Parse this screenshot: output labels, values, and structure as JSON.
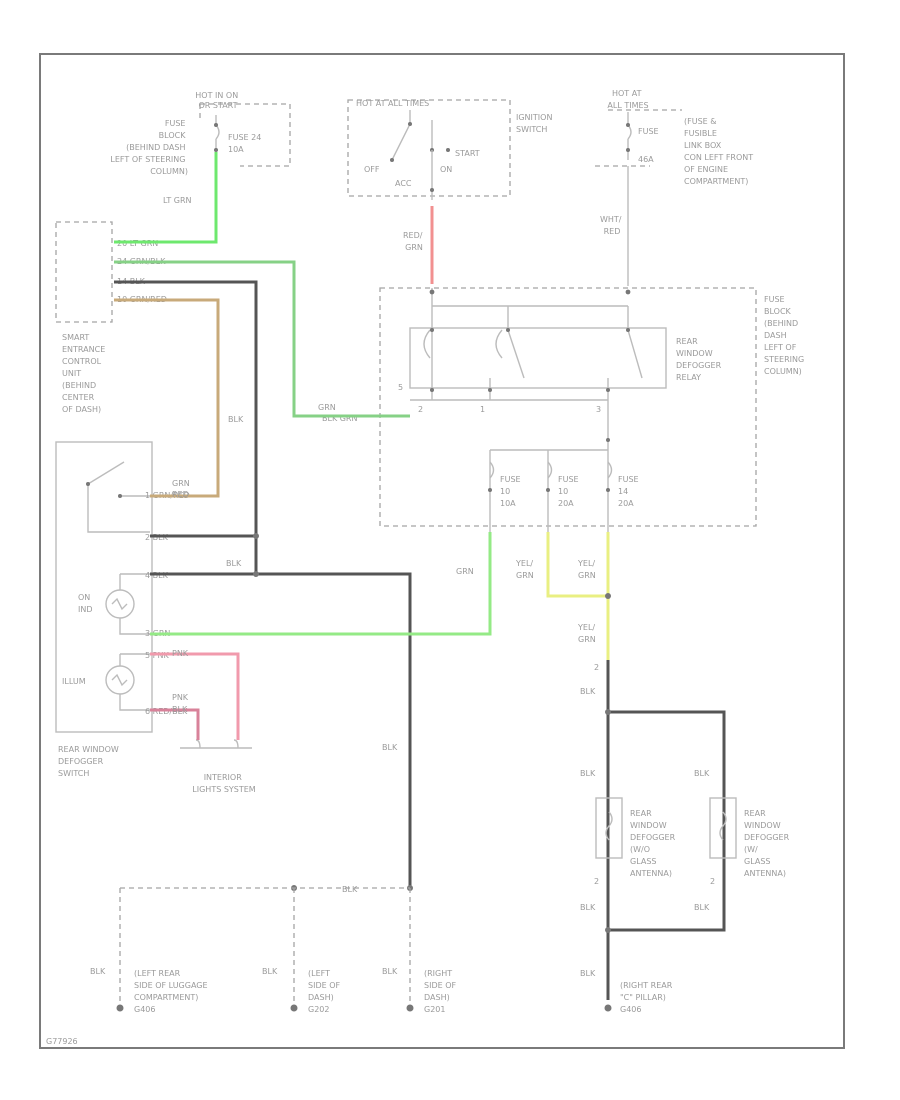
{
  "diagram": {
    "hot_run_start": [
      "HOT IN ON",
      "OR START"
    ],
    "fuse_block_top": [
      "FUSE",
      "BLOCK",
      "(BEHIND DASH",
      "LEFT OF STEERING",
      "COLUMN)"
    ],
    "fuse_24": [
      "FUSE 24",
      "10A"
    ],
    "hot_all_times_left": "HOT AT ALL TIMES",
    "ignition_switch": [
      "IGNITION",
      "SWITCH"
    ],
    "ign_positions": {
      "off": "OFF",
      "on": "ON",
      "start": "START",
      "acc": "ACC"
    },
    "hot_all_times_right": [
      "HOT AT",
      "ALL TIMES"
    ],
    "fuse_fusible": [
      "FUSE",
      "46A"
    ],
    "fuse_fusible_link_box": [
      "(FUSE &",
      "FUSIBLE",
      "LINK BOX",
      "CON LEFT FRONT",
      "OF ENGINE",
      "COMPARTMENT)"
    ],
    "wire_lt_grn": "LT GRN",
    "wire_red_grn": [
      "RED/",
      "GRN"
    ],
    "wire_wht_red": [
      "WHT/",
      "RED"
    ],
    "secu_pins": [
      "20 LT GRN",
      "24 GRN/BLK",
      "14 BLK",
      "10 GRN/RED"
    ],
    "secu_label": [
      "SMART",
      "ENTRANCE",
      "CONTROL",
      "UNIT",
      "(BEHIND",
      "CENTER",
      "OF DASH)"
    ],
    "relay_fuse_block": [
      "FUSE",
      "BLOCK",
      "(BEHIND",
      "DASH",
      "LEFT OF",
      "STEERING",
      "COLUMN)"
    ],
    "relay_label": [
      "REAR",
      "WINDOW",
      "DEFOGGER",
      "RELAY"
    ],
    "relay_pins": [
      "2",
      "1",
      "5",
      "3"
    ],
    "grn_blk_wire": [
      "GRN",
      "BLK GRN"
    ],
    "fuses": [
      {
        "name": "FUSE",
        "num": "10",
        "amp": "10A"
      },
      {
        "name": "FUSE",
        "num": "10",
        "amp": "20A"
      },
      {
        "name": "FUSE",
        "num": "14",
        "amp": "20A"
      }
    ],
    "switch_pins": [
      "1 GRN/RED",
      "2 BLK",
      "4 BLK",
      "3 GRN",
      "5 PNK",
      "6 RED/BLK"
    ],
    "grn_red_lbl": [
      "GRN",
      "RED"
    ],
    "blk": "BLK",
    "grn": "GRN",
    "yel_grn": [
      "YEL/",
      "GRN"
    ],
    "on_ind": [
      "ON",
      "IND"
    ],
    "illum": "ILLUM",
    "pnk": "PNK",
    "pnk_blk": [
      "PNK",
      "BLK"
    ],
    "rear_window_switch": [
      "REAR WINDOW",
      "DEFOGGER",
      "SWITCH"
    ],
    "interior_lights": [
      "INTERIOR",
      "LIGHTS SYSTEM"
    ],
    "pin_2": "2",
    "defogger_left": [
      "REAR",
      "WINDOW",
      "DEFOGGER",
      "(W/O",
      "GLASS",
      "ANTENNA)"
    ],
    "defogger_right": [
      "REAR",
      "WINDOW",
      "DEFOGGER",
      "(W/",
      "GLASS",
      "ANTENNA)"
    ],
    "ground_1": [
      "(LEFT REAR",
      "SIDE OF LUGGAGE",
      "COMPARTMENT)",
      "G406"
    ],
    "ground_2": [
      "(LEFT",
      "SIDE OF",
      "DASH)",
      "G202"
    ],
    "ground_3": [
      "(RIGHT",
      "SIDE OF",
      "DASH)",
      "G201"
    ],
    "ground_4": [
      "(RIGHT REAR",
      "\"C\" PILLAR)",
      "G406"
    ],
    "footer_code": "G77926"
  }
}
